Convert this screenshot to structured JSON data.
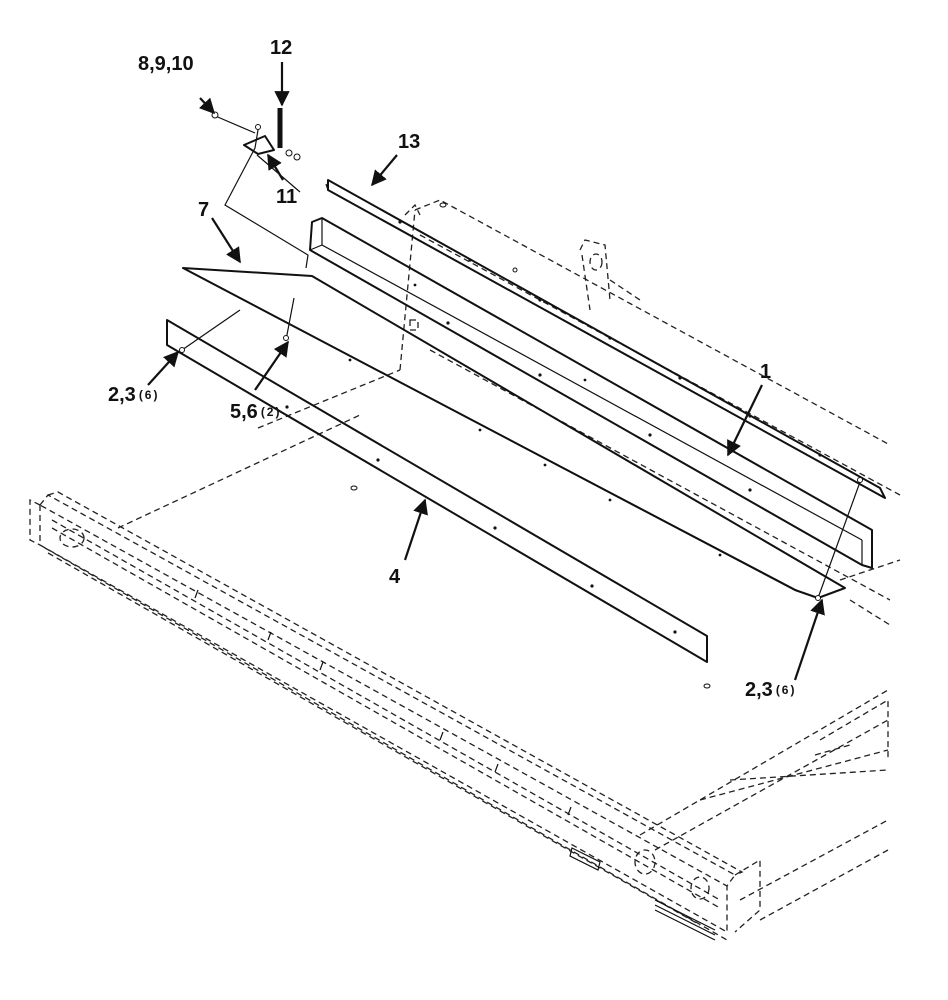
{
  "callouts": {
    "c_8_9_10": "8,9,10",
    "c_12": "12",
    "c_13": "13",
    "c_11": "11",
    "c_7": "7",
    "c_1": "1",
    "c_2_3_left": {
      "num": "2,3",
      "qty": "(6)"
    },
    "c_5_6": {
      "num": "5,6",
      "qty": "(2)"
    },
    "c_4": "4",
    "c_2_3_right": {
      "num": "2,3",
      "qty": "(6)"
    }
  },
  "colors": {
    "line": "#111111",
    "background": "#ffffff"
  }
}
